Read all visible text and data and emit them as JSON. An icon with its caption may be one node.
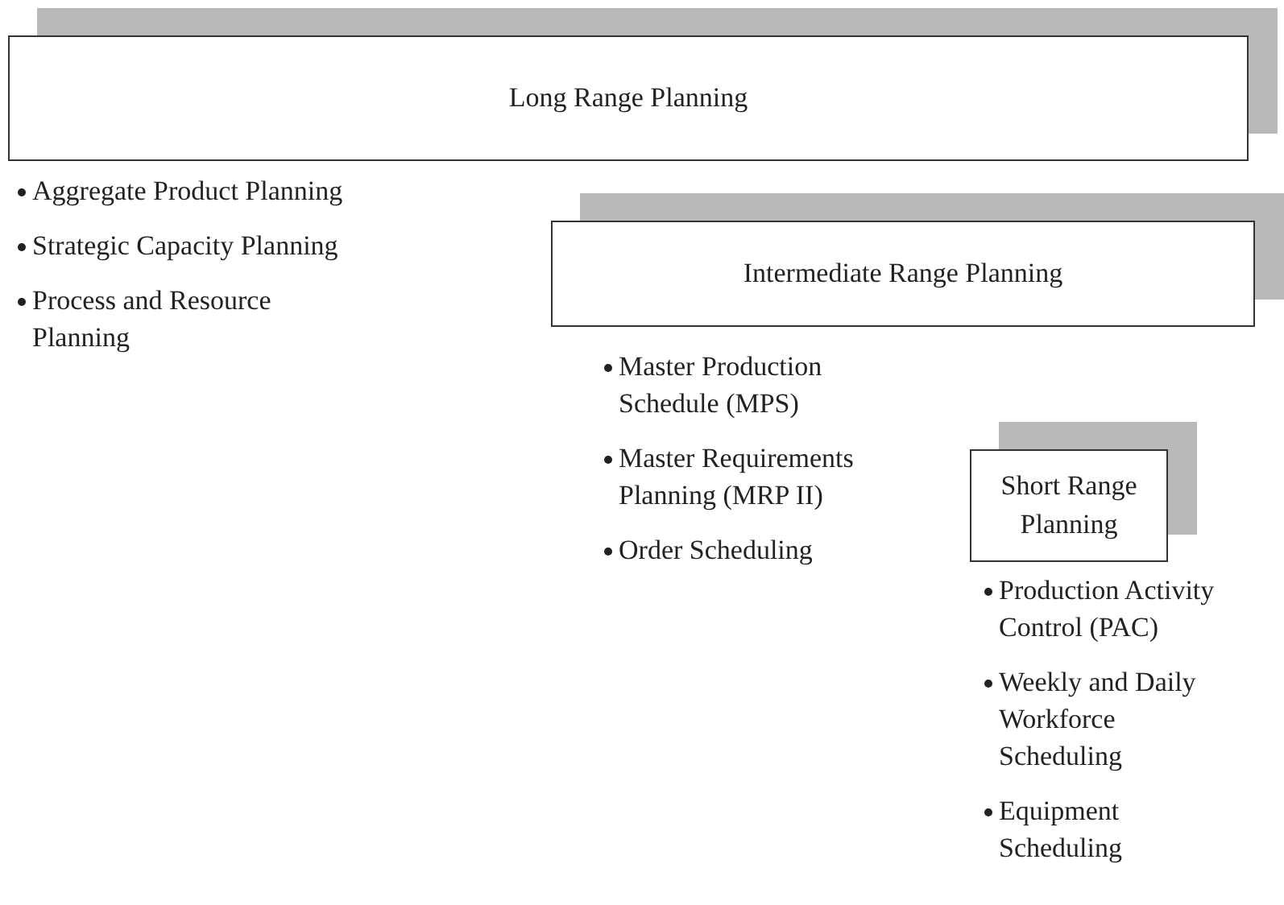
{
  "diagram": {
    "nodes": [
      {
        "text": [
          "Long Range Planning"
        ],
        "beside": [
          "Aggregate Product Planning",
          "Strategic Capacity Planning",
          "Process and Resource Planning"
        ]
      },
      {
        "text": [
          "Intermediate Range Planning"
        ],
        "beside": [
          "Master Production Schedule (MPS)",
          "Master Requirements Planning (MRP II)",
          "Order Scheduling"
        ]
      },
      {
        "text": [
          "Short Range Planning"
        ],
        "beside": [
          "Production Activity Control (PAC)",
          "Weekly and Daily Workforce Scheduling",
          "Equipment Scheduling"
        ]
      }
    ]
  }
}
